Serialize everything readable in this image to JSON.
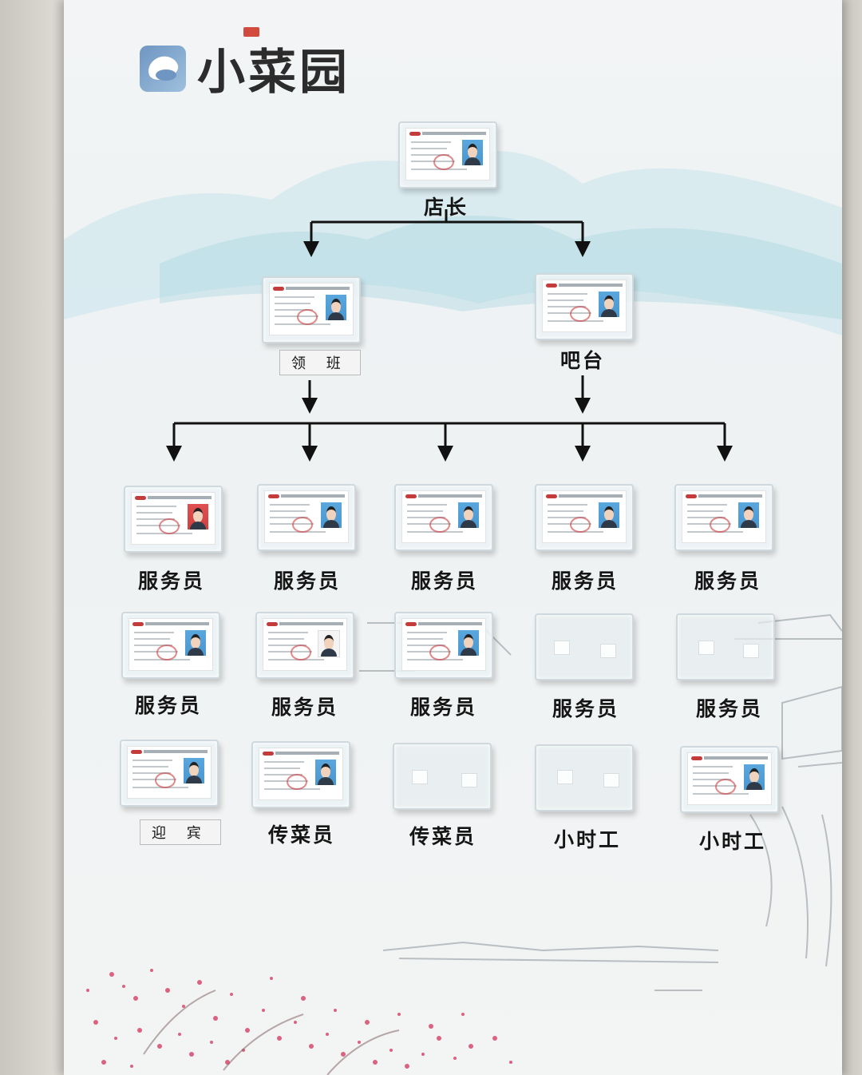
{
  "brand": {
    "name": "小菜园"
  },
  "roles": {
    "manager": "店长",
    "team_lead": "领 班",
    "bar": "吧台",
    "waiter": "服务员",
    "greeter": "迎 宾",
    "runner": "传菜员",
    "hourly": "小时工"
  },
  "colors": {
    "board": "#f2f4f5",
    "arrow": "#111111",
    "blossom": "#d6305a",
    "mountain": "#9fd0dc"
  }
}
